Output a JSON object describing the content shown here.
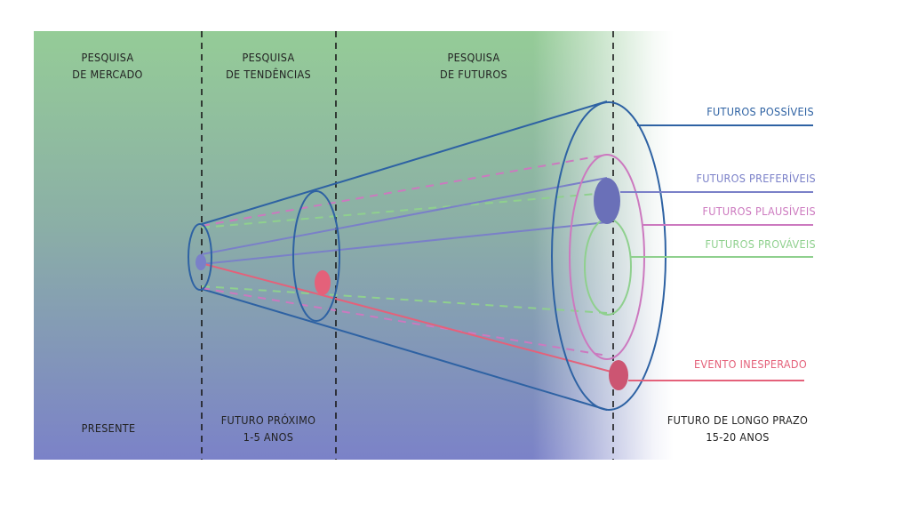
{
  "title": "Cone of futures",
  "colors": {
    "bg_top": "#95cc97",
    "bg_bottom": "#7b82c8",
    "possible": "#2e62a3",
    "preferable": "#7a80c8",
    "plausible": "#cc79bf",
    "probable": "#8fd08e",
    "unexpected": "#e4617a",
    "divider": "#1a1a1a"
  },
  "top_labels": [
    {
      "line1": "PESQUISA",
      "line2": "DE MERCADO"
    },
    {
      "line1": "PESQUISA",
      "line2": "DE TENDÊNCIAS"
    },
    {
      "line1": "PESQUISA",
      "line2": "DE FUTUROS"
    }
  ],
  "bottom_labels": [
    {
      "line1": "PRESENTE",
      "line2": ""
    },
    {
      "line1": "FUTURO PRÓXIMO",
      "line2": "1-5 ANOS"
    },
    {
      "line1": "FUTURO DE LONGO PRAZO",
      "line2": "15-20 ANOS"
    }
  ],
  "legend": [
    {
      "key": "possible",
      "label": "FUTUROS POSSÍVEIS"
    },
    {
      "key": "preferable",
      "label": "FUTUROS PREFERÍVEIS"
    },
    {
      "key": "plausible",
      "label": "FUTUROS PLAUSÍVEIS"
    },
    {
      "key": "probable",
      "label": "FUTUROS PROVÁVEIS"
    },
    {
      "key": "unexpected",
      "label": "EVENTO INESPERADO"
    }
  ]
}
